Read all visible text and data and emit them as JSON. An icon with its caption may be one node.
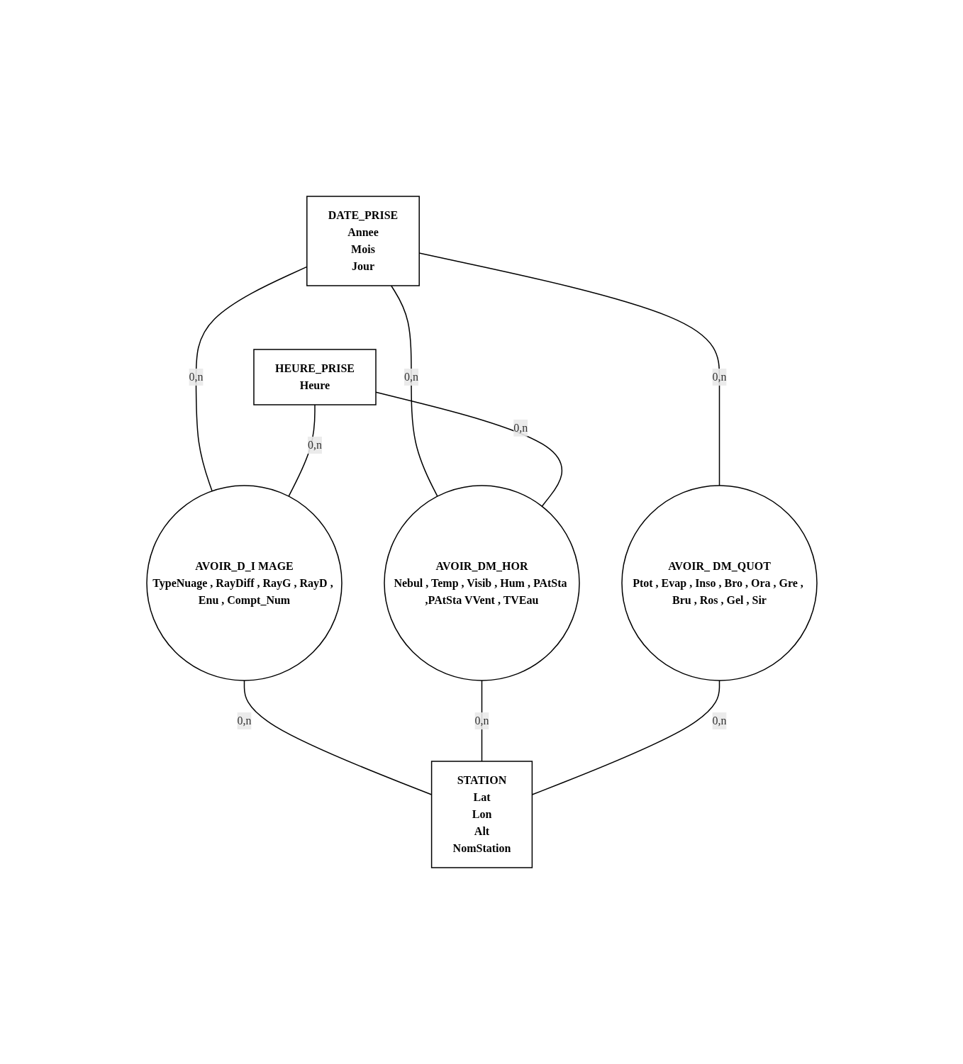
{
  "diagram": {
    "nodes": [
      {
        "text": [
          "DATE_PRISE",
          "Annee",
          "Mois",
          "Jour"
        ]
      },
      {
        "text": [
          "HEURE_PRISE",
          "Heure"
        ]
      },
      {
        "text": [
          "AVOIR_D_I MAGE",
          "TypeNuage , RayDiff , RayG , RayD , Enu , Compt_Num"
        ]
      },
      {
        "text": [
          "AVOIR_DM_HOR",
          "Nebul , Temp , Visib , Hum , PAtSta ,PAtSta VVent , TVEau"
        ]
      },
      {
        "text": [
          "AVOIR_ DM_QUOT",
          "Ptot , Evap , Inso , Bro , Ora , Gre , Bru , Ros , Gel , Sir"
        ]
      },
      {
        "text": [
          "STATION",
          "Lat",
          "Lon",
          "Alt",
          "NomStation"
        ]
      }
    ],
    "edges": [
      {
        "from": 0,
        "to": 4,
        "arrow": "none",
        "label": "0,n"
      },
      {
        "from": 0,
        "to": 3,
        "arrow": "none",
        "label": "0,n"
      },
      {
        "from": 0,
        "to": 2,
        "arrow": "none",
        "label": "0,n"
      },
      {
        "from": 1,
        "to": 2,
        "arrow": "none",
        "label": "0,n"
      },
      {
        "from": 1,
        "to": 3,
        "arrow": "none",
        "label": "0,n"
      },
      {
        "from": 2,
        "to": 5,
        "arrow": "none",
        "label": "0,n"
      },
      {
        "from": 3,
        "to": 5,
        "arrow": "none",
        "label": "0,n"
      },
      {
        "from": 4,
        "to": 5,
        "arrow": "none",
        "label": "0,n"
      }
    ]
  }
}
